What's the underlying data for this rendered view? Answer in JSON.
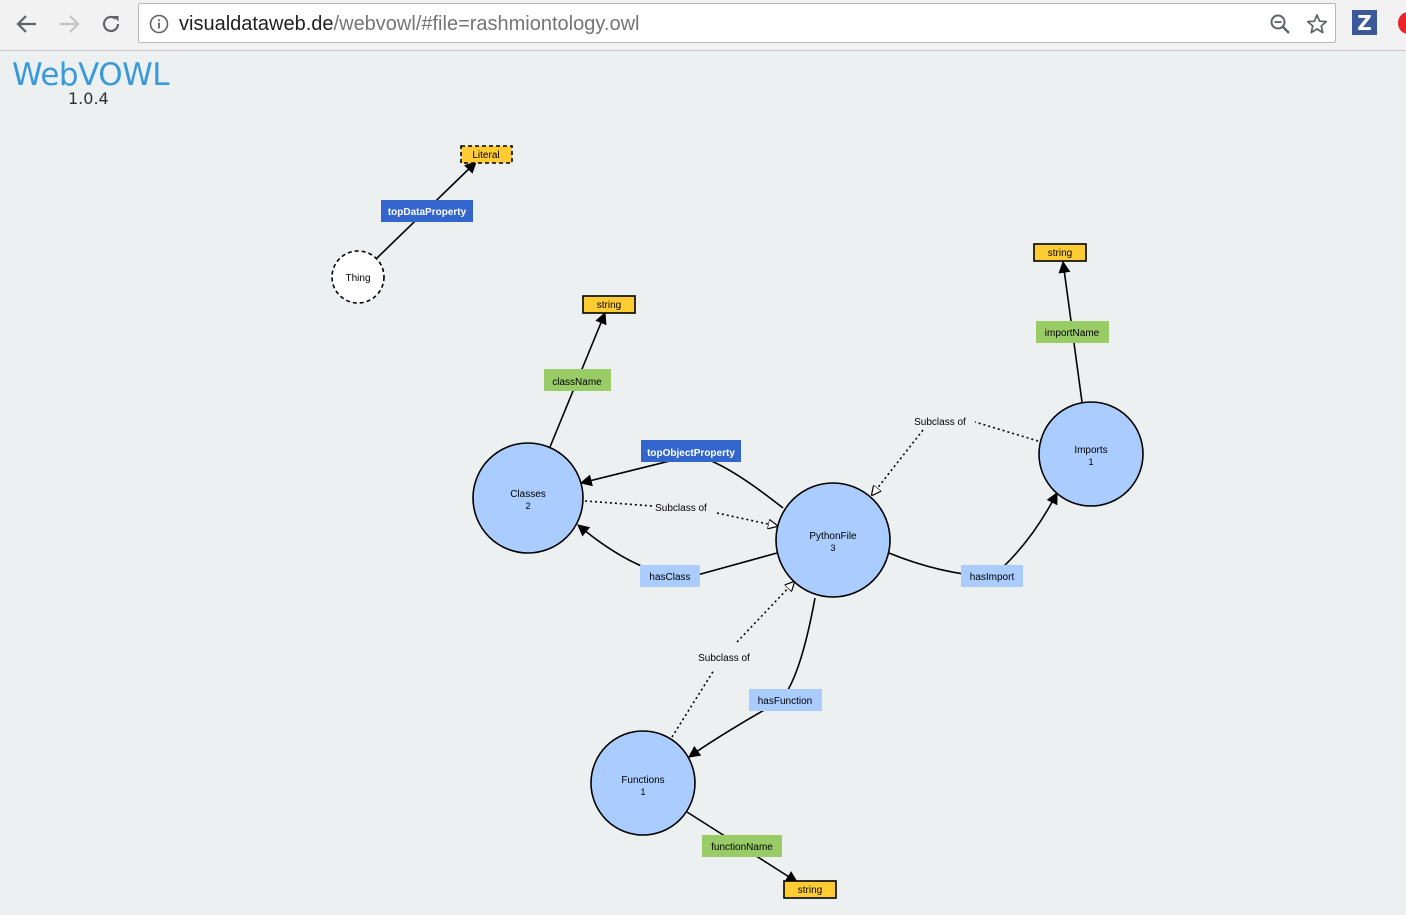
{
  "browser": {
    "url_host": "visualdataweb.de",
    "url_path": "/webvowl/#file=rashmiontology.owl",
    "extension_label": "Z"
  },
  "app": {
    "title": "WebVOWL",
    "version": "1.0.4"
  },
  "colors": {
    "class_fill": "#aaccff",
    "literal_fill": "#ffcc33",
    "datatype_property_fill": "#99cc66",
    "object_property_fill": "#aaccff",
    "top_property_fill": "#3366cc",
    "logo_blue": "#3a9ad9",
    "background": "#ecf0f1"
  },
  "graph": {
    "classes": {
      "thing": {
        "label": "Thing"
      },
      "classes": {
        "label": "Classes",
        "count": "2"
      },
      "pythonfile": {
        "label": "PythonFile",
        "count": "3"
      },
      "imports": {
        "label": "Imports",
        "count": "1"
      },
      "functions": {
        "label": "Functions",
        "count": "1"
      }
    },
    "literals": {
      "literal": "Literal",
      "string_classname": "string",
      "string_importname": "string",
      "string_functionname": "string"
    },
    "properties": {
      "top_data_property": "topDataProperty",
      "top_object_property": "topObjectProperty",
      "class_name": "className",
      "import_name": "importName",
      "function_name": "functionName",
      "has_class": "hasClass",
      "has_import": "hasImport",
      "has_function": "hasFunction"
    },
    "subclass_labels": {
      "classes": "Subclass of",
      "imports": "Subclass of",
      "functions": "Subclass of"
    }
  }
}
